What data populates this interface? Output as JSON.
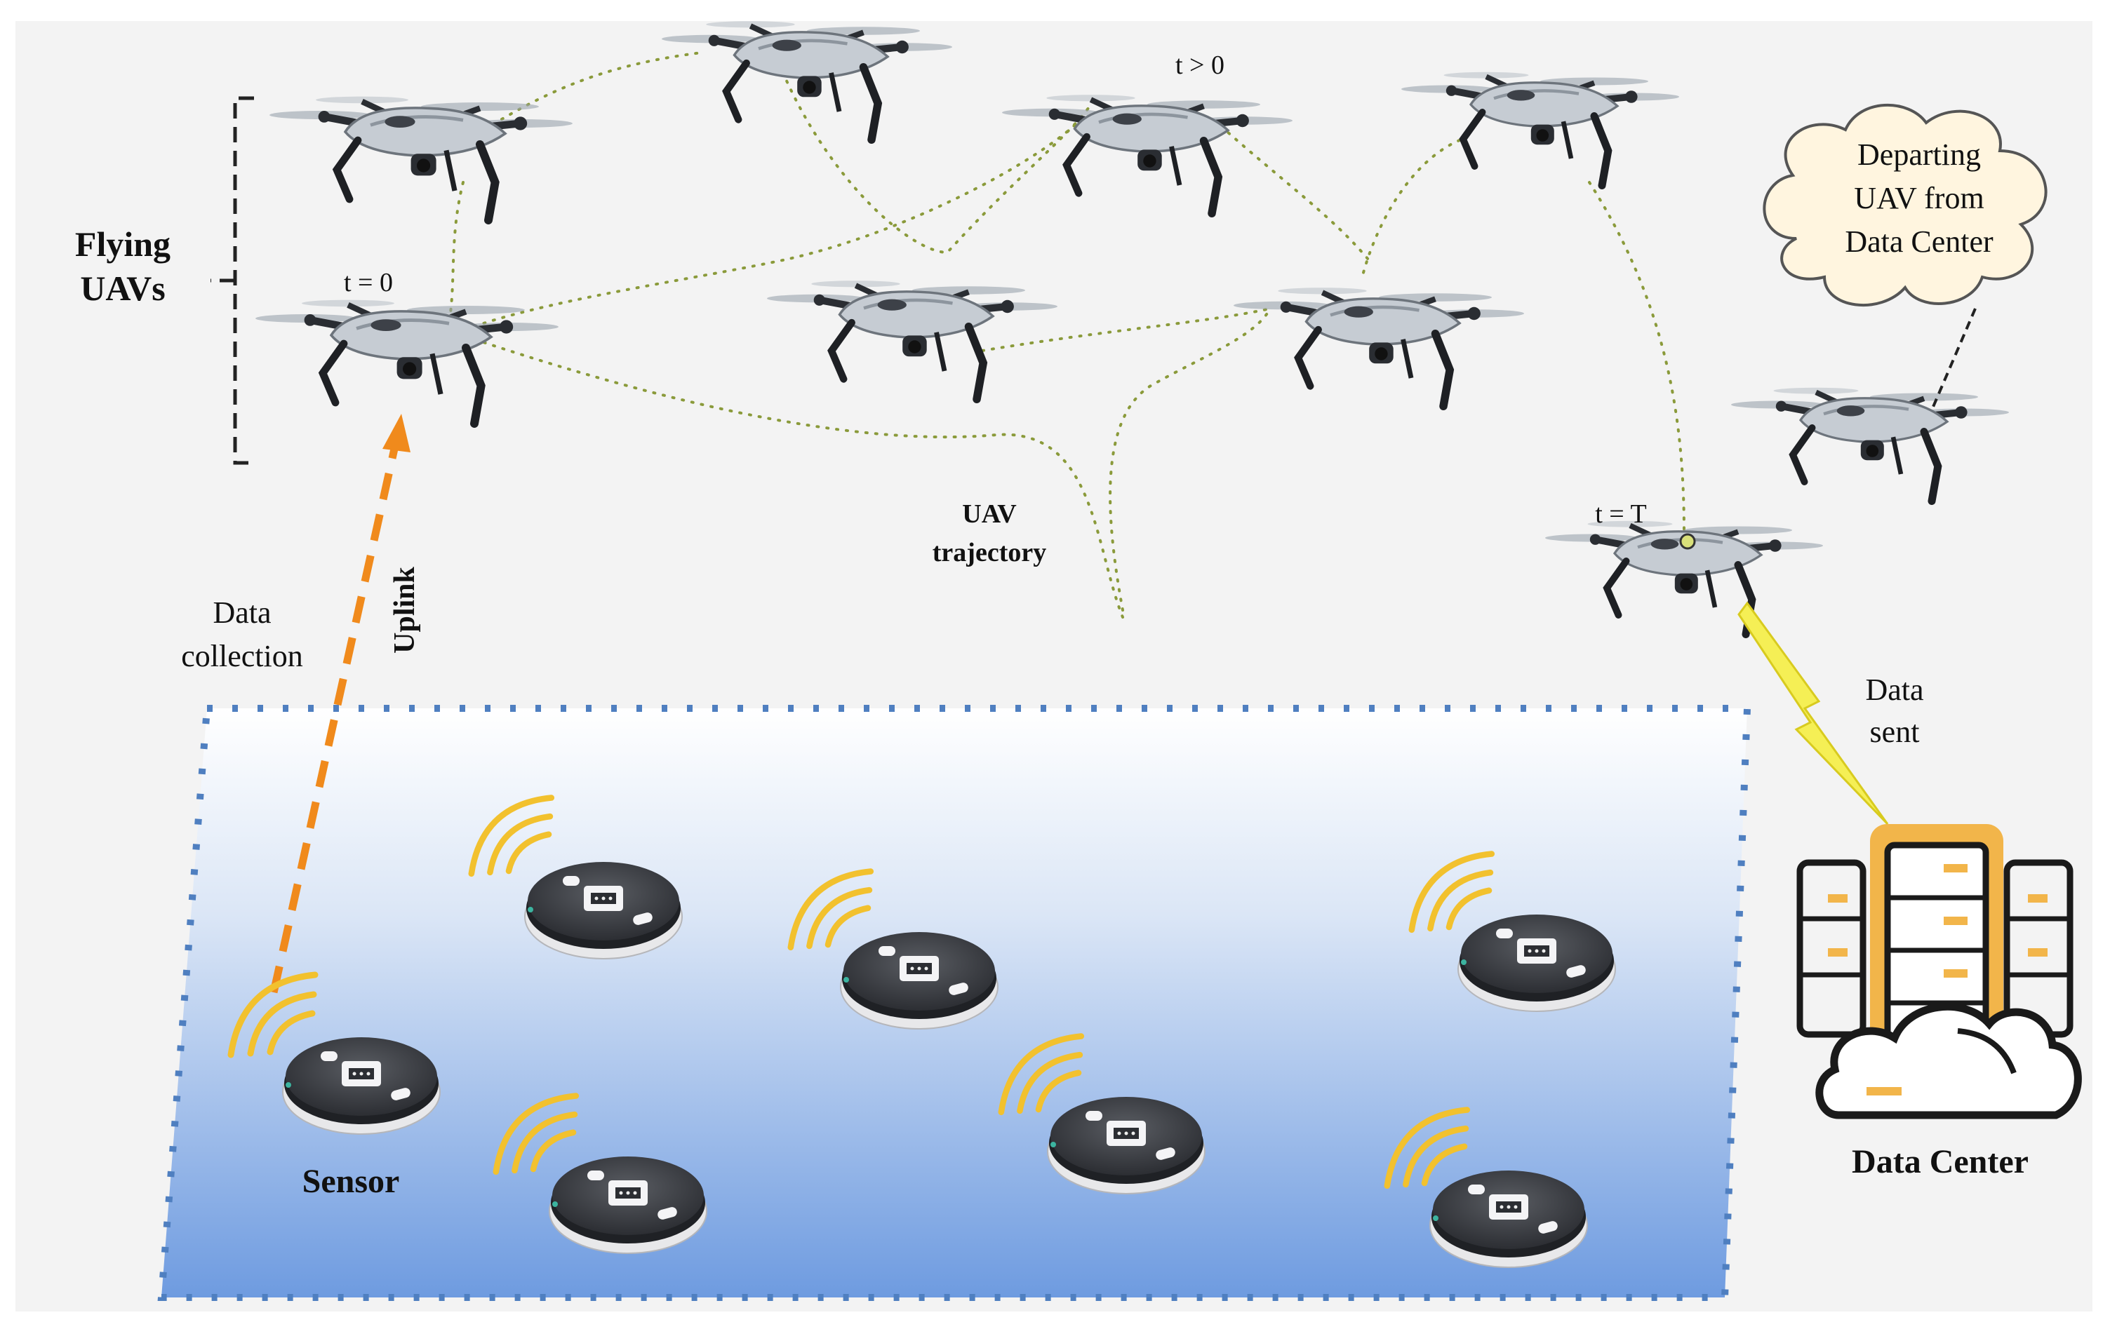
{
  "labels": {
    "flying_uavs_line1": "Flying",
    "flying_uavs_line2": "UAVs",
    "t0": "t = 0",
    "t_gt0": "t > 0",
    "tT": "t = T",
    "uav_trajectory_line1": "UAV",
    "uav_trajectory_line2": "trajectory",
    "data_collection_line1": "Data",
    "data_collection_line2": "collection",
    "uplink": "Uplink",
    "departing_line1": "Departing",
    "departing_line2": "UAV from",
    "departing_line3": "Data Center",
    "data_sent_line1": "Data",
    "data_sent_line2": "sent",
    "sensor": "Sensor",
    "data_center": "Data Center"
  },
  "colors": {
    "ground_top": "#ffffff",
    "ground_bottom": "#7aa3e0",
    "ground_border": "#4f7fc0",
    "uplink_arrow": "#f08a1c",
    "trajectory": "#8a9a3a",
    "lightning": "#f2e93a",
    "signal_waves": "#f2c12e",
    "server_highlight": "#f2b54a",
    "cloud_bubble": "#fff5df"
  },
  "icons": {
    "uav": "quadcopter-drone-icon",
    "sensor": "robot-sensor-icon",
    "data_center": "server-cloud-icon",
    "signal": "wireless-signal-icon"
  }
}
